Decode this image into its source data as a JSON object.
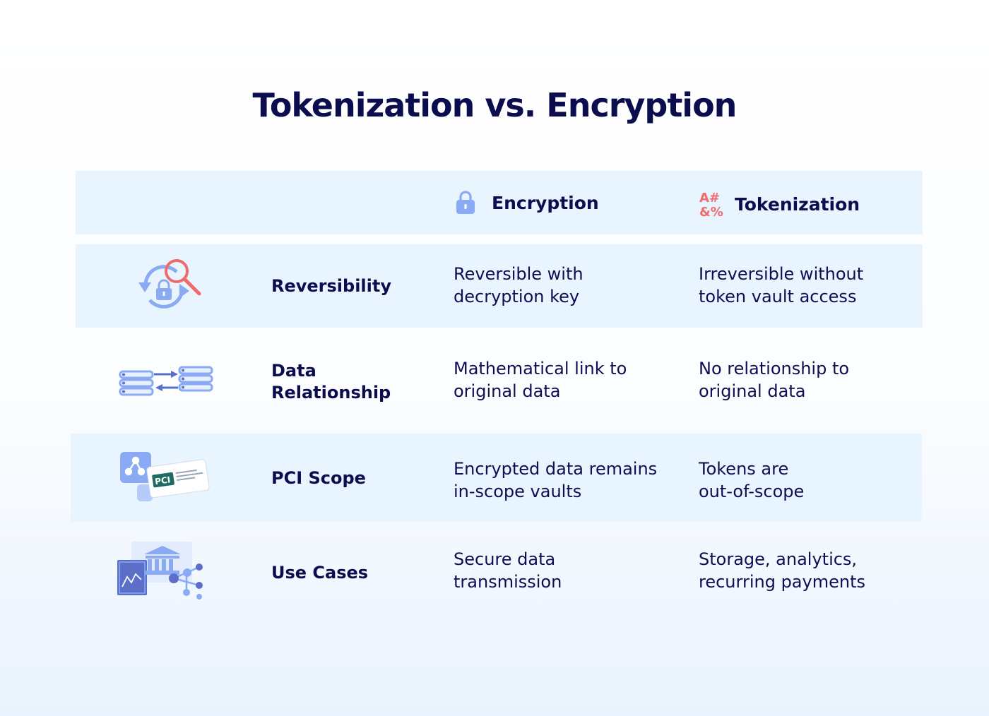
{
  "title": "Tokenization vs. Encryption",
  "columns": {
    "encryption": {
      "label": "Encryption",
      "icon": "lock-icon"
    },
    "tokenization": {
      "label": "Tokenization",
      "icon": "symbols-icon",
      "icon_glyphs": [
        "A#",
        "&%"
      ]
    }
  },
  "rows": [
    {
      "label": "Reversibility",
      "icon": "reversibility-search-icon",
      "encryption": "Reversible with decryption key",
      "tokenization": "Irreversible without token vault access"
    },
    {
      "label": "Data Relationship",
      "icon": "data-relationship-icon",
      "encryption": "Mathematical link to original data",
      "tokenization": "No relationship to original data"
    },
    {
      "label": "PCI Scope",
      "icon": "pci-card-icon",
      "icon_text": "PCI",
      "encryption": "Encrypted data remains in-scope vaults",
      "tokenization": "Tokens are out-of-scope"
    },
    {
      "label": "Use Cases",
      "icon": "use-cases-icon",
      "encryption": "Secure data transmission",
      "tokenization": "Storage, analytics, recurring payments"
    }
  ],
  "colors": {
    "navy": "#0b0d4f",
    "band": "#e8f4fe",
    "icon_blue": "#8aabf3",
    "icon_dark_blue": "#5b6fc9",
    "accent_red": "#ef6a6a"
  }
}
